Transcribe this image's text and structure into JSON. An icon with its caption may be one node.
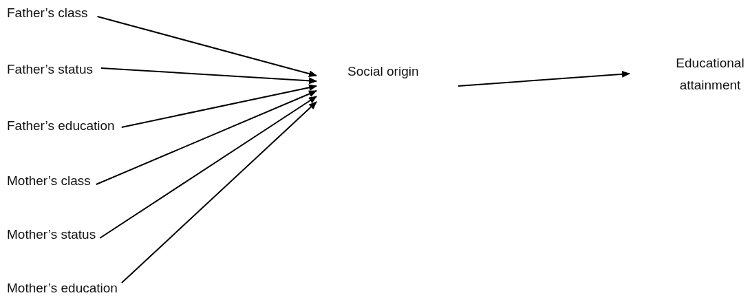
{
  "diagram": {
    "nodes": [
      {
        "text": [
          "Father’s class"
        ]
      },
      {
        "text": [
          "Father’s status"
        ]
      },
      {
        "text": [
          "Father’s education"
        ]
      },
      {
        "text": [
          "Mother’s class"
        ]
      },
      {
        "text": [
          "Mother’s status"
        ]
      },
      {
        "text": [
          "Mother’s education"
        ]
      },
      {
        "text": [
          "Social origin"
        ]
      },
      {
        "text": [
          "Educational attainment"
        ]
      }
    ],
    "edges": [
      {
        "from": 0,
        "to": 6,
        "arrow": "to"
      },
      {
        "from": 1,
        "to": 6,
        "arrow": "to"
      },
      {
        "from": 2,
        "to": 6,
        "arrow": "to"
      },
      {
        "from": 3,
        "to": 6,
        "arrow": "to"
      },
      {
        "from": 4,
        "to": 6,
        "arrow": "to"
      },
      {
        "from": 5,
        "to": 6,
        "arrow": "to"
      },
      {
        "from": 6,
        "to": 7,
        "arrow": "to"
      }
    ]
  }
}
